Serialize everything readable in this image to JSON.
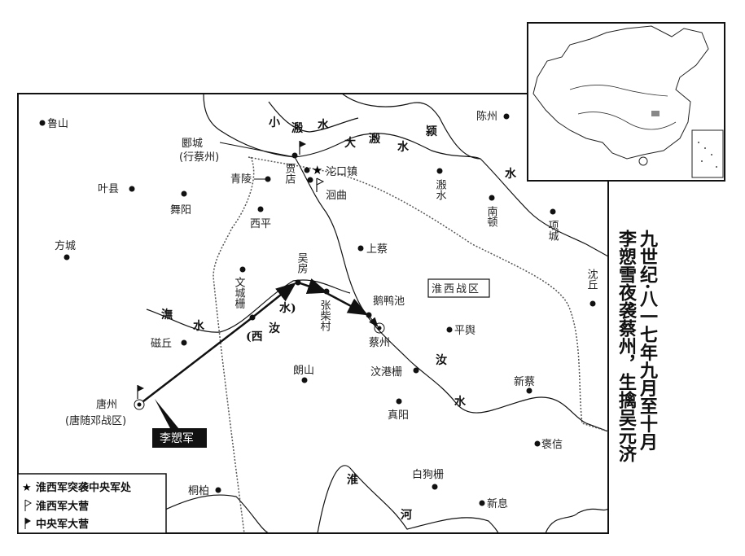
{
  "title": {
    "line1": "九世纪·八一七年九月至十月",
    "line2": "李愬雪夜袭蔡州，生擒吴元济"
  },
  "places": {
    "lushan": "鲁山",
    "yancheng": "郾城",
    "yancheng_note": "(行蔡州)",
    "qingling": "青陵",
    "jiadian": "贾店",
    "tuokouzhen": "沱口镇",
    "huiqu": "洄曲",
    "yexian": "叶县",
    "wuyang": "舞阳",
    "xiping": "西平",
    "fangcheng": "方城",
    "shangcai": "上蔡",
    "wufang": "吴房",
    "wenchengzha": "文城栅",
    "zhangchaicun": "张柴村",
    "eyachi": "鹅鸭池",
    "caizhou": "蔡州",
    "chenzhou": "陈州",
    "yinshui_town": "溵水",
    "nandun": "南顿",
    "xiangcheng": "项城",
    "shenqiu": "沈丘",
    "pingyu": "平舆",
    "ciqiu": "磁丘",
    "langshan": "朗山",
    "wengangzha": "汶港栅",
    "xincai": "新蔡",
    "zhenyang": "真阳",
    "tangzhou": "唐州",
    "tangzhou_note": "(唐随邓战区)",
    "baoxin": "褒信",
    "baigouzha": "白狗栅",
    "tongbai": "桐柏",
    "xinxi": "新息"
  },
  "rivers": {
    "xiaoyin": [
      "小",
      "溵",
      "水"
    ],
    "dayin": [
      "大",
      "溵",
      "水"
    ],
    "ying": [
      "颍",
      "水"
    ],
    "ru": [
      "汝",
      "水"
    ],
    "xiru": [
      "(西",
      "汝",
      "水)"
    ],
    "wu": [
      "潕",
      "水"
    ],
    "huai": [
      "淮",
      "河"
    ]
  },
  "zone_label": "淮西战区",
  "army_label": "李愬军",
  "legend": [
    {
      "icon": "star-icon",
      "label": "淮西军突袭中央军处"
    },
    {
      "icon": "outline-flag-icon",
      "label": "淮西军大营"
    },
    {
      "icon": "filled-flag-icon",
      "label": "中央军大营"
    }
  ]
}
